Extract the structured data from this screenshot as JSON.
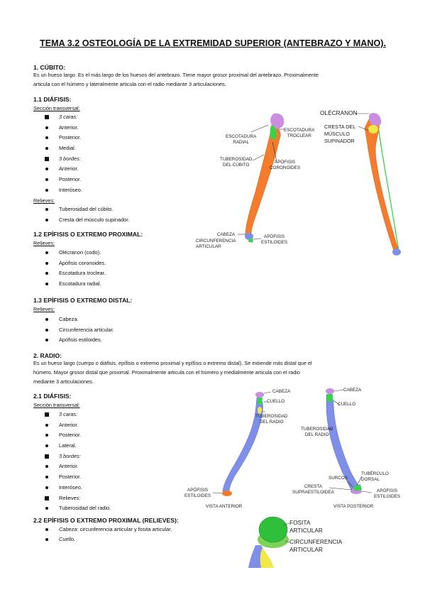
{
  "title": "TEMA 3.2 OSTEOLOGÍA DE LA EXTREMIDAD SUPERIOR (ANTEBRAZO Y MANO).",
  "cubito": {
    "heading": "1. CÚBITO:",
    "intro_l1": "Es un hueso largo. Es el más largo de los huesos del antebrazo. Tiene mayor grosor proximal del antebrazo. Proximalmente",
    "intro_l2": "articula con el húmero y lateralmente articula con el radio mediante 3 articulaciones.",
    "diafisis": {
      "heading": "1.1 DIÁFISIS:",
      "seccion": "Sección transversal:",
      "items": [
        "3 caras:",
        "Anterior.",
        "Posterior.",
        "Medial.",
        "3 bordes:",
        "Anterior.",
        "Posterior.",
        "Interóseo."
      ],
      "relieves": "Relieves:",
      "relieves_items": [
        "Tuberosidad del cúbito.",
        "Cresta del músculo supinador."
      ]
    },
    "proximal": {
      "heading": "1.2 EPÍFISIS O EXTREMO PROXIMAL:",
      "relieves": "Relieves:",
      "items": [
        "Olécranon (codo).",
        "Apófisis coronoides.",
        "Escotadura troclear.",
        "Escotadura radial."
      ]
    },
    "distal": {
      "heading": "1.3 EPÍFISIS O EXTREMO DISTAL:",
      "relieves": "Relieves:",
      "items": [
        "Cabeza.",
        "Circunferencia articular.",
        "Apófisis estiloides."
      ]
    },
    "figure": {
      "escotadura_radial": [
        "ESCOTADURA",
        "RADIAL"
      ],
      "escotadura_troclear": [
        "ESCOTADURA",
        "TROCLEAR"
      ],
      "tuberosidad": [
        "TUBEROSIDAD",
        "DEL CÚBITO"
      ],
      "coronoides": [
        "APÓFISIS",
        "CORONOIDES"
      ],
      "cabeza": "CABEZA",
      "circunferencia": [
        "CIRCUNFERENCIA",
        "ARTICULAR"
      ],
      "estiloides": [
        "APÓFISIS",
        "ESTILOIDES"
      ],
      "olecranon": "OLÉCRANON",
      "cresta": [
        "CRESTA DEL",
        "MÚSCULO",
        "SUPINADOR"
      ]
    }
  },
  "radio": {
    "heading": "2. RADIO:",
    "intro_l1": "Es un hueso largo (cuerpo o diáfisis, epífisis o extremo proximal y epífisis o extremo distal). Se extiende más distal que el",
    "intro_l2": "húmero. Mayor grosor distal que proximal. Proximalmente articula con el húmero y medialmente articula con el radio",
    "intro_l3": "mediante 3 articulaciones.",
    "diafisis": {
      "heading": "2.1 DIÁFISIS:",
      "seccion": "Sección transversal:",
      "items": [
        "3 caras:",
        "Anterior.",
        "Posterior.",
        "Lateral.",
        "3 bordes:",
        "Anterior.",
        "Posterior.",
        "Interóseo.",
        "Relieves:",
        "Tuberosidad del radio."
      ]
    },
    "proximal": {
      "heading": "2.2 EPÍFISIS O EXTREMO PROXIMAL (RELIEVES):",
      "item1_label": "Cabeza",
      "item1_text": ": circunferencia articular y fosita articular.",
      "item2": "Cuello."
    },
    "figure": {
      "cabeza": "CABEZA",
      "cuello": "CUELLO",
      "tuberosidad": [
        "TUBEROSIDAD",
        "DEL RADIO"
      ],
      "estiloides": [
        "APÓFISIS",
        "ESTILOIDES"
      ],
      "vista_anterior": "VISTA ANTERIOR",
      "vista_posterior": "VISTA POSTERIOR",
      "surcos": "SURCOS",
      "tuberculo": [
        "TUBÉRCULO",
        "DORSAL"
      ],
      "cresta": [
        "CRESTA",
        "SUPRAESTILOIDEA"
      ],
      "fosita": [
        "FOSITA",
        "ARTICULAR"
      ],
      "circunferencia": [
        "CIRCUNFERENCIA",
        "ARTICULAR"
      ]
    }
  },
  "colors": {
    "ulna": "#f47c2c",
    "radius": "#7f8fe8",
    "green": "#39d34a",
    "purple": "#c98ee0",
    "yellow": "#f2e84a"
  }
}
